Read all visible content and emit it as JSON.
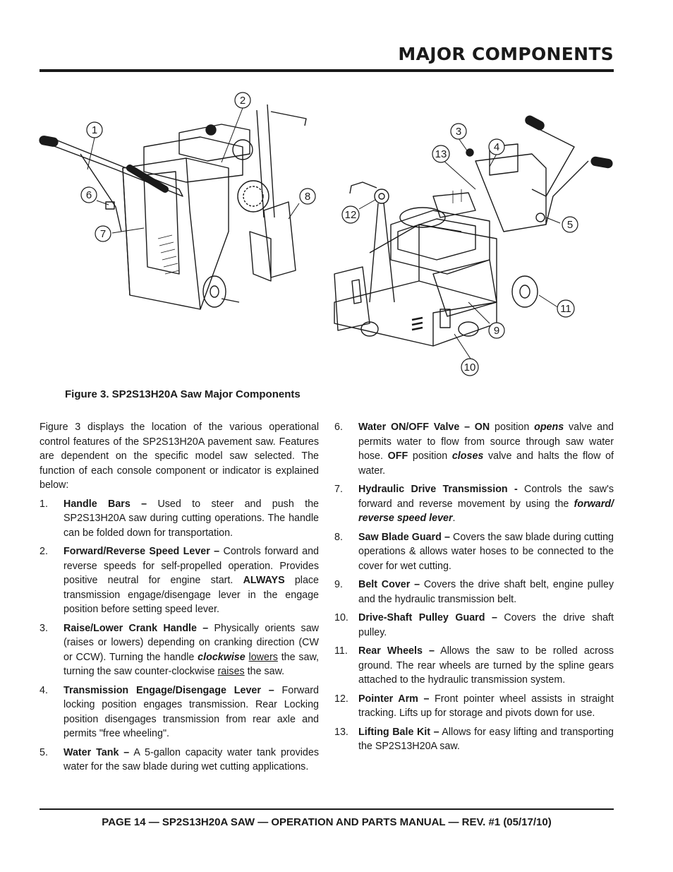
{
  "header": {
    "title": "MAJOR COMPONENTS"
  },
  "figure": {
    "caption": "Figure 3.  SP2S13H20A Saw Major Components",
    "callouts": [
      "1",
      "2",
      "3",
      "4",
      "5",
      "6",
      "7",
      "8",
      "9",
      "10",
      "11",
      "12",
      "13"
    ]
  },
  "intro": "Figure 3 displays the location of the various operational control features of the SP2S13H20A pavement saw. Features are dependent on the specific model saw selected. The function of each console component or indicator is explained below:",
  "items": [
    {
      "num": "1.",
      "label": "Handle Bars –",
      "t1": " Used to steer and push the SP2S13H20A saw during cutting operations. The handle can be folded down for transportation."
    },
    {
      "num": "2.",
      "label": "Forward/Reverse Speed Lever –",
      "t1": " Controls forward and reverse speeds for self-propelled operation. Provides positive neutral for engine start. ",
      "b1": "ALWAYS",
      "t2": " place transmission engage/disengage lever in the engage position before setting speed lever."
    },
    {
      "num": "3.",
      "label": "Raise/Lower Crank Handle –",
      "t1": " Physically orients saw (raises or lowers) depending on cranking direction (CW or CCW). Turning the handle ",
      "e1": "clockwise",
      "t2": " ",
      "u1": "lowers",
      "t3": " the saw, turning the saw counter-clockwise ",
      "u2": "raises",
      "t4": " the saw."
    },
    {
      "num": "4.",
      "label": "Transmission Engage/Disengage Lever –",
      "t1": " Forward locking position engages transmission. Rear Locking position disengages transmission from rear axle and permits \"free wheeling\"."
    },
    {
      "num": "5.",
      "label": "Water Tank –",
      "t1": " A 5-gallon capacity water tank provides water for the saw blade during wet cutting applications."
    },
    {
      "num": "6.",
      "label": "Water ON/OFF Valve – ON",
      "t1": " position ",
      "e1": "opens",
      "t2": " valve and permits water to flow from source through saw water hose. ",
      "b1": "OFF",
      "t3": " position ",
      "e2": "closes",
      "t4": " valve and halts the flow of water."
    },
    {
      "num": "7.",
      "label": "Hydraulic Drive Transmission -",
      "t1": " Controls the saw's forward and reverse movement by using the ",
      "e1": "forward/ reverse speed lever",
      "t2": "."
    },
    {
      "num": "8.",
      "label": "Saw Blade Guard –",
      "t1": " Covers the saw blade during cutting operations & allows water hoses to be connected to the cover for wet cutting."
    },
    {
      "num": "9.",
      "label": "Belt Cover –",
      "t1": " Covers the drive shaft belt, engine pulley and the hydraulic transmission belt."
    },
    {
      "num": "10.",
      "label": "Drive-Shaft Pulley Guard –",
      "t1": " Covers the drive shaft pulley."
    },
    {
      "num": "11.",
      "label": "Rear Wheels –",
      "t1": " Allows the saw to be rolled across ground. The rear wheels are turned by the spline gears attached to the hydraulic transmission system."
    },
    {
      "num": "12.",
      "label": "Pointer Arm –",
      "t1": " Front pointer wheel assists in straight tracking. Lifts up for storage and pivots down for use."
    },
    {
      "num": "13.",
      "label": "Lifting Bale Kit –",
      "t1": " Allows for easy lifting and transporting the SP2S13H20A saw."
    }
  ],
  "footer": "PAGE 14 — SP2S13H20A SAW — OPERATION AND PARTS MANUAL — REV. #1 (05/17/10)"
}
